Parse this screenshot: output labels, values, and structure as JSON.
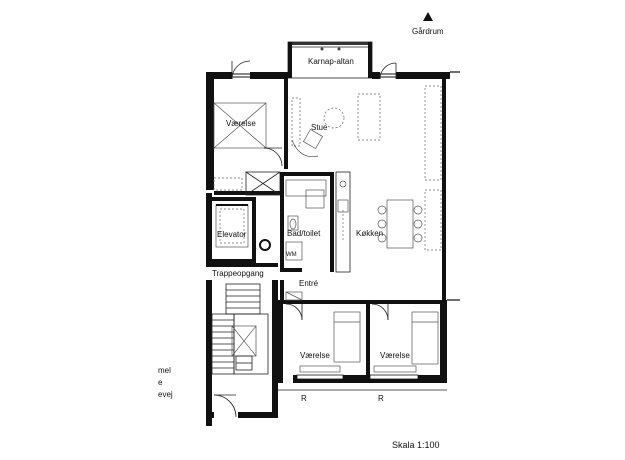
{
  "labels": {
    "gardrum": "Gårdrum",
    "karnap_altan": "Karnap-altan",
    "vaerelse_top": "Værelse",
    "stue": "Stue",
    "elevator": "Elevator",
    "bad_toilet": "Bad/toilet",
    "kokken": "Køkken",
    "trappeopgang": "Trappeopgang",
    "entre": "Entré",
    "vaerelse_left": "Værelse",
    "vaerelse_right": "Værelse",
    "r_left": "R",
    "r_right": "R",
    "wm": "WM",
    "cut_mel": "mel",
    "cut_e": "e",
    "cut_evej": "evej",
    "scale": "Skala 1:100"
  },
  "icons": {
    "north": "north-arrow-icon"
  }
}
